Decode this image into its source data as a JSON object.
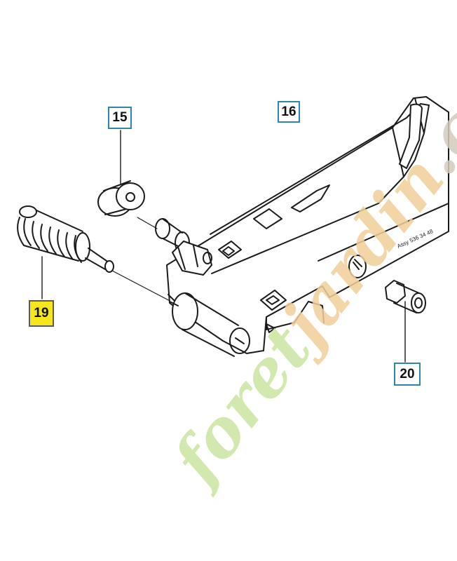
{
  "diagram": {
    "callouts": [
      {
        "id": "15",
        "label": "15",
        "highlighted": false
      },
      {
        "id": "16",
        "label": "16",
        "highlighted": false
      },
      {
        "id": "19",
        "label": "19",
        "highlighted": true
      },
      {
        "id": "20",
        "label": "20",
        "highlighted": false
      }
    ],
    "part_marking": "Assy 536 34 48",
    "colors": {
      "callout_border": "#2e86a8",
      "highlight": "#f6e61e",
      "line": "#1a1a1a"
    }
  },
  "watermark": {
    "text": "foretjardin.com",
    "colors": {
      "foret": "#c9e4a0",
      "jardin": "#f2cf9a",
      "com": "#d3cbbb"
    }
  }
}
